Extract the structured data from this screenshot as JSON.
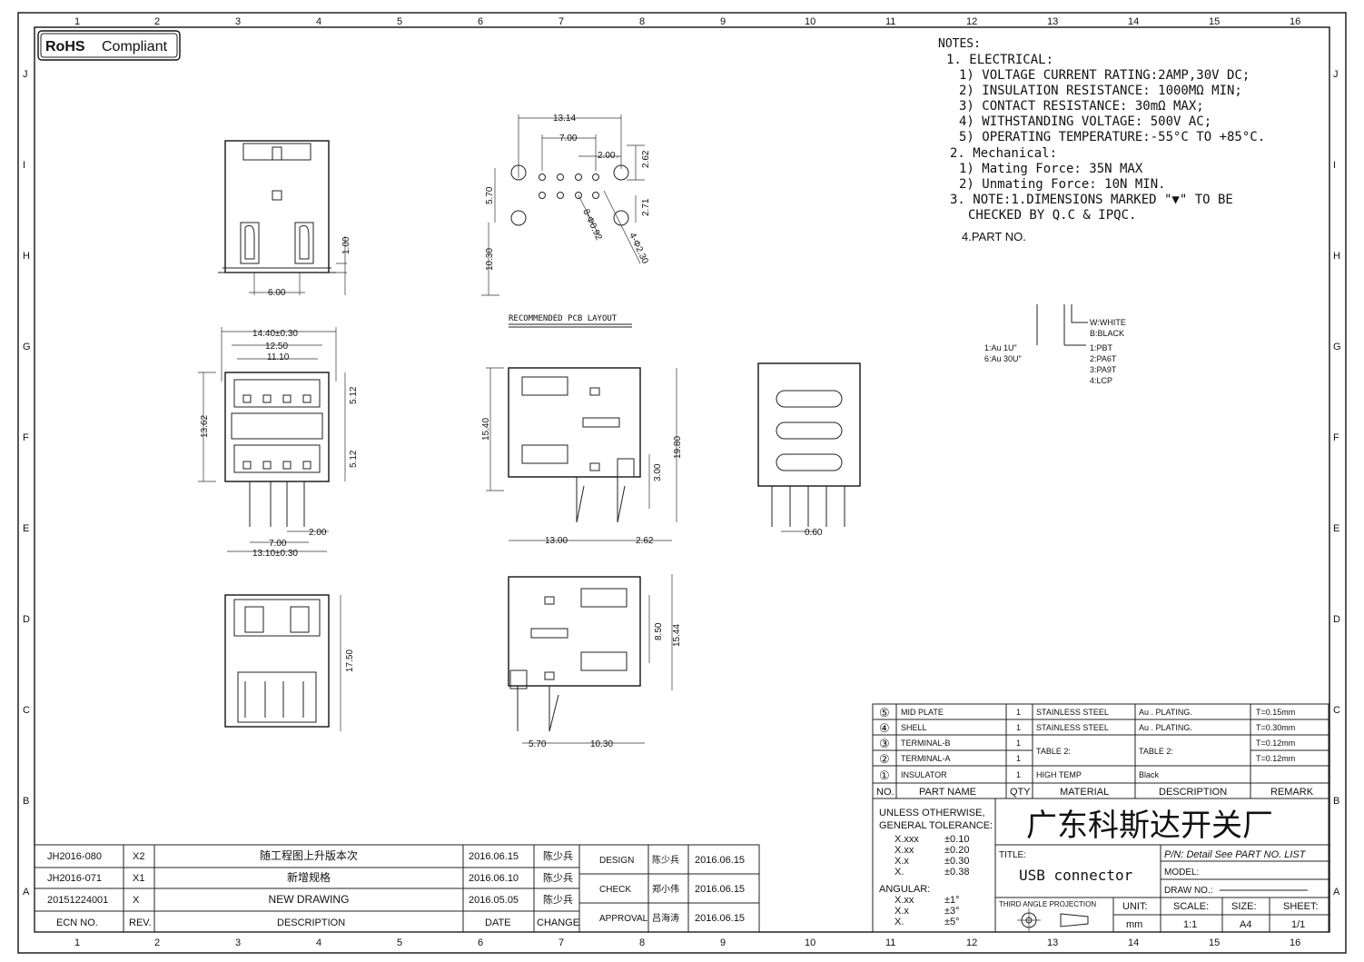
{
  "grid": {
    "columns": [
      "1",
      "2",
      "3",
      "4",
      "5",
      "6",
      "7",
      "8",
      "9",
      "10",
      "11",
      "12",
      "13",
      "14",
      "15",
      "16"
    ],
    "rows": [
      "J",
      "I",
      "H",
      "G",
      "F",
      "E",
      "D",
      "C",
      "B",
      "A"
    ]
  },
  "rohs_label": "RoHS",
  "rohs_compliant": "Compliant",
  "notes": {
    "heading": "NOTES:",
    "lines": [
      "1. ELECTRICAL:",
      "1) VOLTAGE CURRENT RATING:2AMP,30V DC;",
      "2) INSULATION RESISTANCE: 1000MΩ MIN;",
      "3) CONTACT RESISTANCE: 30mΩ MAX;",
      "4) WITHSTANDING VOLTAGE: 500V AC;",
      "5) OPERATING TEMPERATURE:-55°C TO +85°C.",
      "2. Mechanical:",
      "1) Mating Force:  35N MAX",
      "2) Unmating Force:  10N MIN.",
      "3. NOTE:1.DIMENSIONS MARKED \"▼\" TO BE",
      "CHECKED BY Q.C & IPQC.",
      "4.PART NO."
    ]
  },
  "part_no_options": {
    "color": [
      "W:WHITE",
      "B:BLACK"
    ],
    "plating": [
      "1:Au 1U\"",
      "6:Au 30U\""
    ],
    "material": [
      "1:PBT",
      "2:PA6T",
      "3:PA9T",
      "4:LCP"
    ]
  },
  "pcb_layout_label": "RECOMMENDED PCB LAYOUT",
  "dims": {
    "d1314": "13.14",
    "d700a": "7.00",
    "d200a": "2.00",
    "d262a": "2.62",
    "d570a": "5.70",
    "d271": "2.71",
    "d1030a": "10.30",
    "hole8": "8-Φ0.92",
    "hole4": "4-Φ2.30",
    "d100": "1.00",
    "d600": "6.00",
    "d1440": "14.40±0.30",
    "d1250": "12.50",
    "d1110": "11.10",
    "d1362": "13.62",
    "d512a": "5.12",
    "d512b": "5.12",
    "d200b": "2.00",
    "d700b": "7.00",
    "d1310": "13.10±0.30",
    "d1540": "15.40",
    "d1980": "19.80",
    "d300": "3.00",
    "d1300": "13.00",
    "d262b": "2.62",
    "d060": "0.60",
    "d1750": "17.50",
    "d850": "8.50",
    "d1544": "15.44",
    "d570b": "5.70",
    "d1030b": "10.30"
  },
  "bom": {
    "rows": [
      {
        "no": "⑤",
        "part": "MID PLATE",
        "qty": "1",
        "material": "STAINLESS STEEL",
        "desc": "Au . PLATING.",
        "remark": "T=0.15mm"
      },
      {
        "no": "④",
        "part": "SHELL",
        "qty": "1",
        "material": "STAINLESS STEEL",
        "desc": "Au . PLATING.",
        "remark": "T=0.30mm"
      },
      {
        "no": "③",
        "part": "TERMINAL-B",
        "qty": "1",
        "material": "TABLE 2:",
        "desc": "TABLE 2:",
        "remark": "T=0.12mm"
      },
      {
        "no": "②",
        "part": "TERMINAL-A",
        "qty": "1",
        "material": "",
        "desc": "",
        "remark": "T=0.12mm"
      },
      {
        "no": "①",
        "part": "INSULATOR",
        "qty": "1",
        "material": "HIGH TEMP",
        "desc": "Black",
        "remark": ""
      }
    ],
    "headers": {
      "no": "NO.",
      "part": "PART NAME",
      "qty": "QTY",
      "material": "MATERIAL",
      "desc": "DESCRIPTION",
      "remark": "REMARK"
    }
  },
  "tolerance": {
    "title1": "UNLESS OTHERWISE,",
    "title2": "GENERAL TOLERANCE:",
    "linear": [
      [
        "X.xxx",
        "±0.10"
      ],
      [
        "X.xx",
        "±0.20"
      ],
      [
        "X.x",
        "±0.30"
      ],
      [
        "X.",
        "±0.38"
      ]
    ],
    "angular_label": "ANGULAR:",
    "angular": [
      [
        "X.xx",
        "±1°"
      ],
      [
        "X.x",
        "±3°"
      ],
      [
        "X.",
        "±5°"
      ]
    ]
  },
  "company": "广东科斯达开关厂",
  "title_label": "TITLE:",
  "title_value": "USB connector",
  "pn_label": "P/N: Detail See PART NO. LIST",
  "model_label": "MODEL:",
  "drawno_label": "DRAW NO.:",
  "projection_label": "THIRD ANGLE PROJECTION",
  "unit": {
    "label": "UNIT:",
    "value": "mm"
  },
  "scale": {
    "label": "SCALE:",
    "value": "1:1"
  },
  "size": {
    "label": "SIZE:",
    "value": "A4"
  },
  "sheet": {
    "label": "SHEET:",
    "value": "1/1"
  },
  "revisions": [
    {
      "ecn": "JH2016-080",
      "rev": "X2",
      "desc": "随工程图上升版本次",
      "date": "2016.06.15",
      "change": "陈少兵"
    },
    {
      "ecn": "JH2016-071",
      "rev": "X1",
      "desc": "新增规格",
      "date": "2016.06.10",
      "change": "陈少兵"
    },
    {
      "ecn": "20151224001",
      "rev": "X",
      "desc": "NEW DRAWING",
      "date": "2016.05.05",
      "change": "陈少兵"
    }
  ],
  "rev_headers": {
    "ecn": "ECN NO.",
    "rev": "REV.",
    "desc": "DESCRIPTION",
    "date": "DATE",
    "change": "CHANGE"
  },
  "signoff": [
    {
      "role": "DESIGN",
      "name": "陈少兵",
      "date": "2016.06.15"
    },
    {
      "role": "CHECK",
      "name": "郑小伟",
      "date": "2016.06.15"
    },
    {
      "role": "APPROVAL",
      "name": "吕海涛",
      "date": "2016.06.15"
    }
  ]
}
